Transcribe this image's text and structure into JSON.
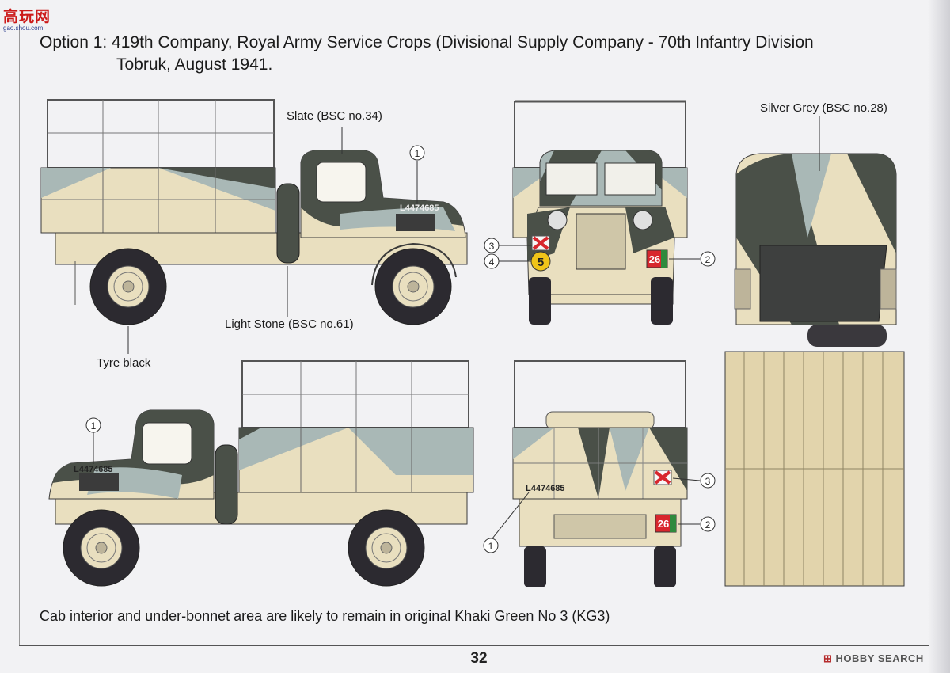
{
  "logo": {
    "site_text": "高玩网",
    "url_text": "gao.shou.com"
  },
  "title": {
    "line1": "Option 1: 419th Company, Royal Army Service Crops (Divisional Supply Company - 70th Infantry Division",
    "line2": "Tobruk, August 1941."
  },
  "labels": {
    "slate": "Slate (BSC no.34)",
    "silver_grey": "Silver Grey (BSC no.28)",
    "light_stone": "Light Stone (BSC no.61)",
    "tyre": "Tyre black"
  },
  "markers": [
    "1",
    "2",
    "3",
    "4"
  ],
  "decals": {
    "registration": "L4474685",
    "unit_number": "26",
    "bridge_class": "5"
  },
  "footnote": "Cab interior and under-bonnet area are likely to remain in original Khaki Green No 3 (KG3)",
  "page_number": "32",
  "watermark": {
    "badge": "⊞",
    "text": "HOBBY SEARCH"
  },
  "colors": {
    "slate": "#4a5048",
    "silver_grey": "#a9b8b6",
    "light_stone": "#e9dfbf",
    "tyre": "#2c2a30",
    "outline": "#3b3b3b",
    "marking_red": "#d8262d",
    "marking_green": "#2f8a3d",
    "marking_yellow": "#f0c419"
  }
}
